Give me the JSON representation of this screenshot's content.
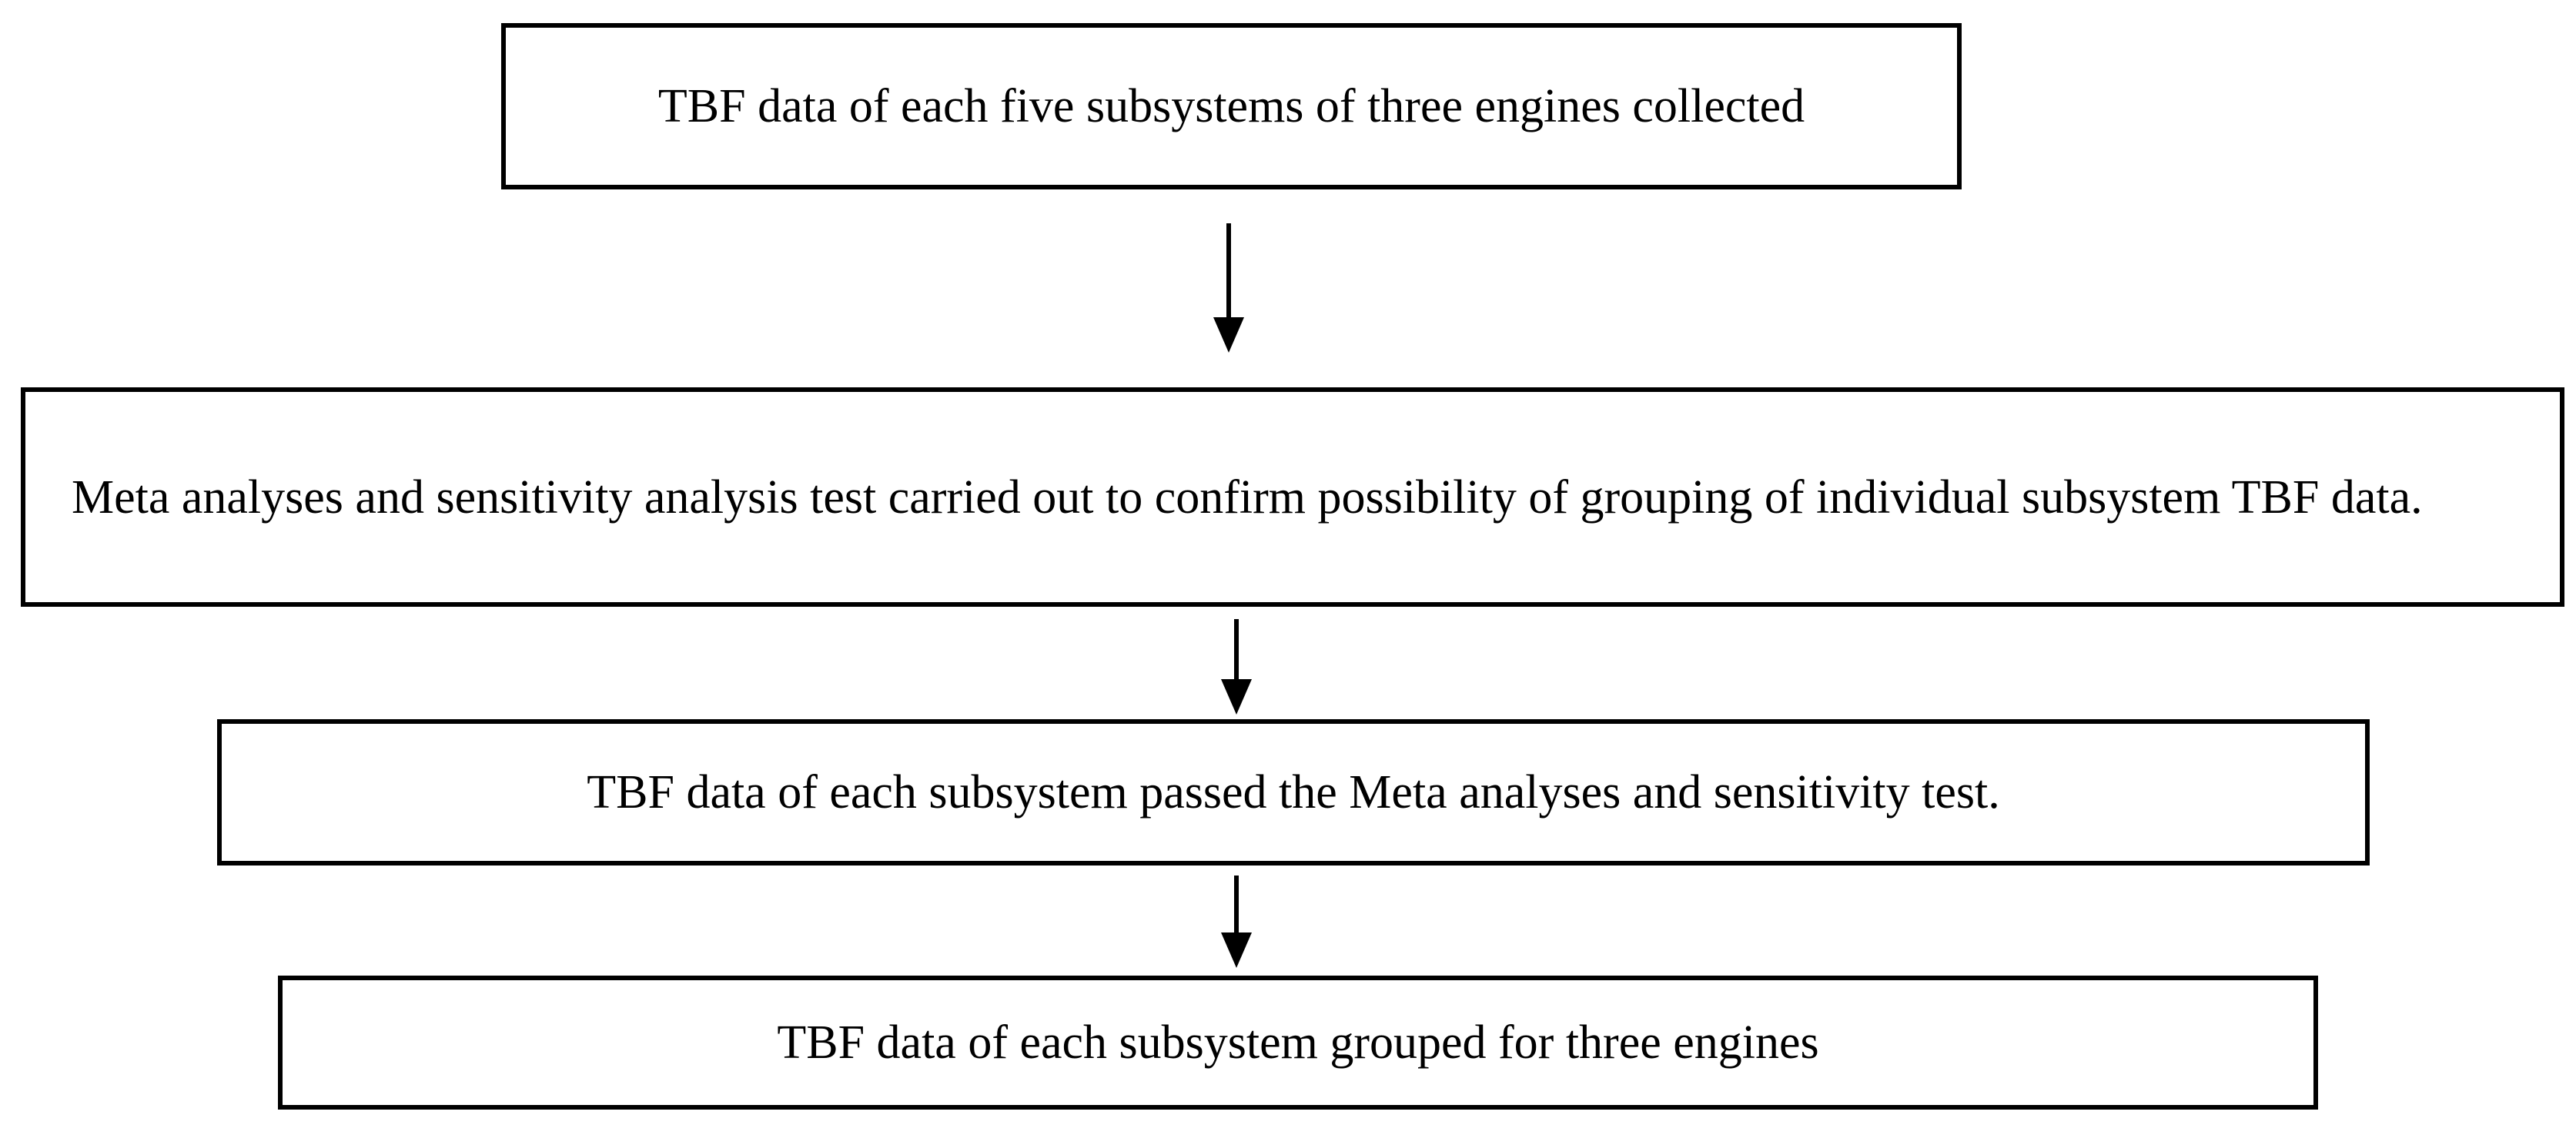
{
  "flowchart": {
    "steps": [
      {
        "text": "TBF data of each five subsystems of three engines collected"
      },
      {
        "text": "Meta analyses and sensitivity analysis test carried out to confirm possibility of grouping of individual subsystem TBF data."
      },
      {
        "text": "TBF data of each subsystem passed the Meta analyses and sensitivity test."
      },
      {
        "text": "TBF data of each subsystem grouped for three engines"
      }
    ],
    "arrow_icon": "arrow-down-icon",
    "colors": {
      "stroke": "#000000",
      "background": "#ffffff"
    }
  }
}
